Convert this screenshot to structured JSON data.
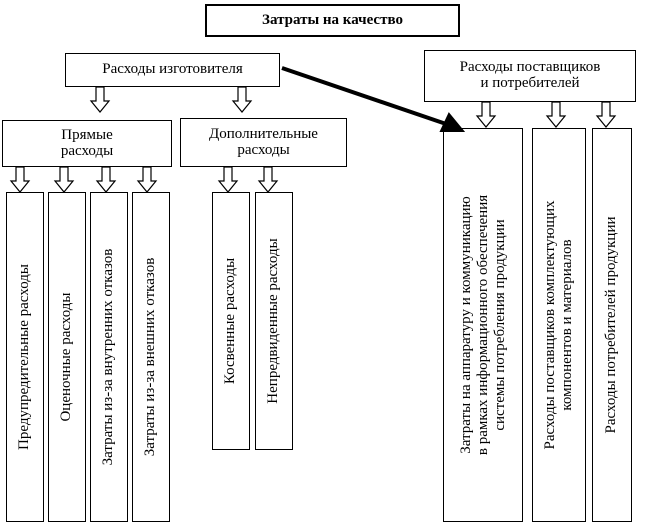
{
  "title": "Затраты на качество",
  "manufacturer": "Расходы изготовителя",
  "suppliers": [
    "Расходы поставщиков",
    "и потребителей"
  ],
  "direct": [
    "Прямые",
    "расходы"
  ],
  "additional": [
    "Дополнительные",
    "расходы"
  ],
  "direct_items": [
    "Предупредительные расходы",
    "Оценочные расходы",
    "Затраты из-за внутренних отказов",
    "Затраты из-за внешних отказов"
  ],
  "additional_items": [
    "Косвенные расходы",
    "Непредвиденные расходы"
  ],
  "supplier_items": [
    [
      "Затраты на аппаратуру и коммуникацию",
      "в рамках информационного обеспечения",
      "системы потребления продукции"
    ],
    [
      "Расходы поставщиков комплектующих",
      "компонентов и материалов"
    ],
    [
      "Расходы потребителей продукции"
    ]
  ]
}
